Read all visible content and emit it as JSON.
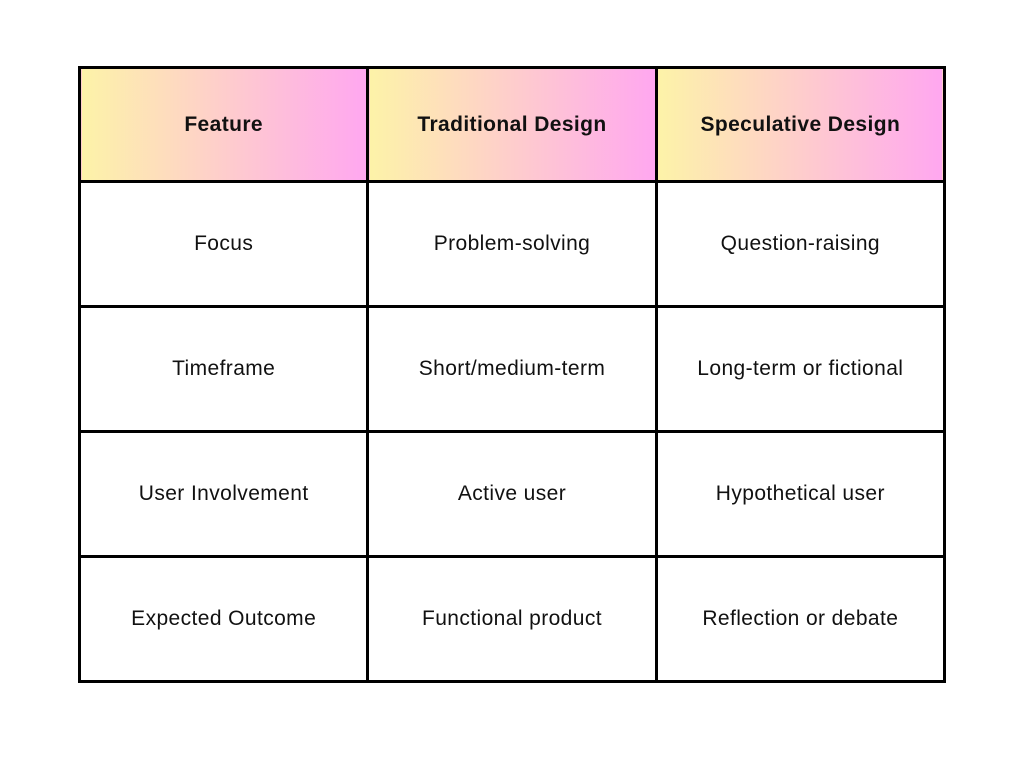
{
  "page": {
    "background_color": "#ffffff"
  },
  "chart_data": {
    "type": "table",
    "title": "",
    "columns": [
      "Feature",
      "Traditional Design",
      "Speculative Design"
    ],
    "rows": [
      [
        "Focus",
        "Problem-solving",
        "Question-raising"
      ],
      [
        "Timeframe",
        "Short/medium-term",
        "Long-term or fictional"
      ],
      [
        "User Involvement",
        "Active user",
        "Hypothetical user"
      ],
      [
        "Expected Outcome",
        "Functional product",
        "Reflection or debate"
      ]
    ]
  },
  "table": {
    "border_color": "#000000",
    "text_color": "#111111",
    "header": {
      "gradient_start": "#fdf3a8",
      "gradient_end": "#ffa7f0",
      "gradient_direction": "90deg",
      "cells": [
        "Feature",
        "Traditional Design",
        "Speculative Design"
      ]
    },
    "rows": [
      {
        "cells": [
          "Focus",
          "Problem-solving",
          "Question-raising"
        ]
      },
      {
        "cells": [
          "Timeframe",
          "Short/medium-term",
          "Long-term or fictional"
        ]
      },
      {
        "cells": [
          "User Involvement",
          "Active user",
          "Hypothetical user"
        ]
      },
      {
        "cells": [
          "Expected Outcome",
          "Functional product",
          "Reflection or debate"
        ]
      }
    ]
  }
}
